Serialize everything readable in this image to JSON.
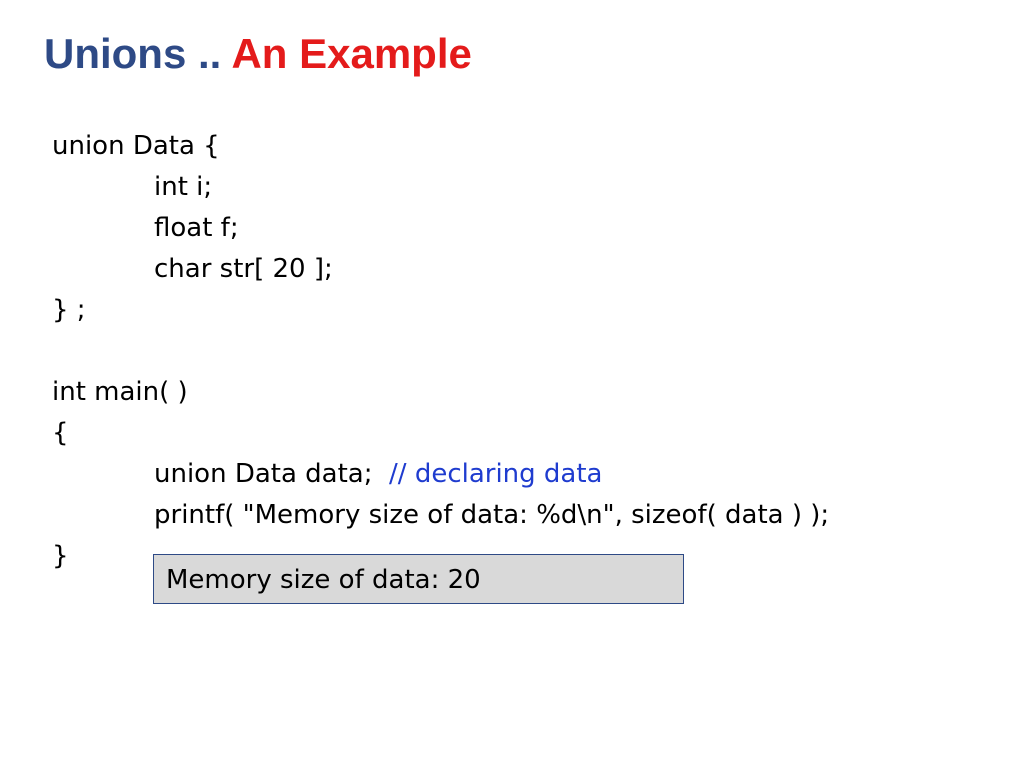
{
  "title": {
    "part1": "Unions .. ",
    "part2": "An Example"
  },
  "code": {
    "union_decl": "union Data {",
    "member_int": "int i;",
    "member_float": "float f;",
    "member_char": "char str[ 20 ];",
    "union_close": "} ;",
    "main_decl": "int main( )",
    "main_open": "{",
    "data_decl": "union Data data;  ",
    "data_comment": "// declaring data",
    "printf_line": "printf( \"Memory size of data: %d\\n\", sizeof( data ) );",
    "main_close": "}"
  },
  "output": {
    "text": "Memory size of data: 20"
  },
  "colors": {
    "title_primary": "#2e4a86",
    "title_accent": "#e41b1b",
    "comment": "#1f3ccf",
    "output_bg": "#d9d9d9",
    "output_border": "#2e4a86"
  }
}
